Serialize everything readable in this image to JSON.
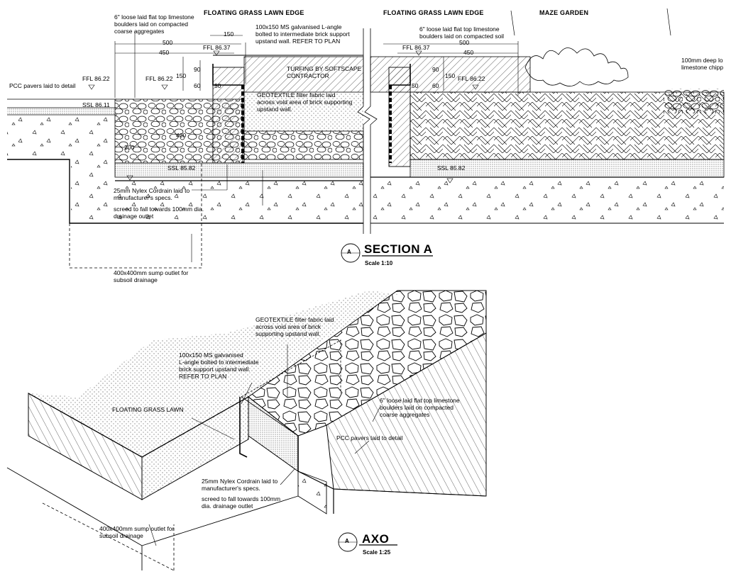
{
  "section": {
    "headers": {
      "floating_edge_left": "FLOATING GRASS LAWN EDGE",
      "floating_edge_right": "FLOATING GRASS LAWN EDGE",
      "maze_garden": "MAZE GARDEN"
    },
    "notes": {
      "boulders_left": "6\" loose laid flat top limestone\nboulders laid on compacted\ncoarse aggregates",
      "angle": "100x150 MS galvanised L-angle\nbolted to intermediate brick support\nupstand wall. REFER TO PLAN",
      "boulders_right": "6\" loose laid flat top limestone\nboulders laid on compacted soil",
      "chips": "100mm deep lo\nlimestone chipp",
      "pavers": "PCC pavers laid to detail",
      "turfing": "TURFING BY SOFTSCAPE\nCONTRACTOR",
      "geotextile": "GEOTEXTILE filter fabric laid\nacross void area of brick supporting\nupstand wall.",
      "cordrain": "25mm Nylex Cordrain laid to\nmanufacturer's specs.",
      "screed": "screed to fall towards 100mm dia.\ndrainage outlet",
      "sump": "400x400mm sump outlet for\nsubsoil drainage"
    },
    "levels": {
      "ffl_8622_a": "FFL 86.22",
      "ffl_8622_b": "FFL 86.22",
      "ffl_8622_c": "FFL 86.22",
      "ffl_8637_a": "FFL 86.37",
      "ffl_8637_b": "FFL 86.37",
      "ssl_8611": "SSL 86.11",
      "ssl_8582_a": "SSL 85.82",
      "ssl_8582_b": "SSL 85.82"
    },
    "dims": {
      "d150a": "150",
      "d500a": "500",
      "d450a": "450",
      "d90a": "90",
      "d150b": "150",
      "d60a": "60",
      "d50a": "50",
      "d400": "400",
      "d200": "200",
      "d500b": "500",
      "d450b": "450",
      "d90b": "90",
      "d50b": "50",
      "d60b": "60",
      "d150c": "150"
    },
    "title": "SECTION A",
    "scale": "Scale 1:10",
    "marker": "A"
  },
  "axo": {
    "notes": {
      "geotextile": "GEOTEXTILE filter fabric laid\nacross void area of brick\nsupporting upstand wall.",
      "angle": "100x150 MS galvanised\nL-angle bolted to intermediate\nbrick support upstand wall.\nREFER TO PLAN",
      "lawn": "FLOATING GRASS LAWN",
      "boulders": "6\" loose laid flat top limestone\nboulders laid on compacted\ncoarse aggregates",
      "pavers": "PCC pavers laid to detail",
      "cordrain": "25mm Nylex Cordrain laid to\nmanufacturer's specs.",
      "screed": "screed to fall towards 100mm\ndia. drainage outlet",
      "sump": "400x400mm sump outlet for\nsubsoil drainage"
    },
    "title": "AXO",
    "scale": "Scale 1:25",
    "marker": "A"
  }
}
